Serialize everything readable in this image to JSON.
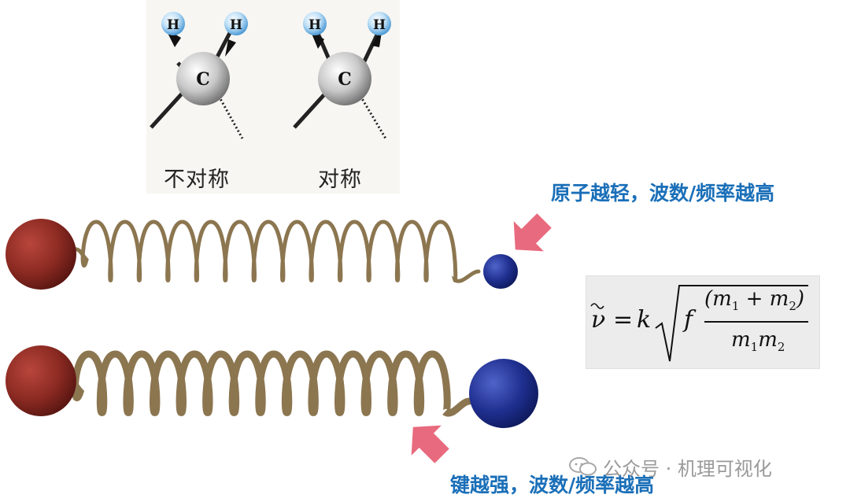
{
  "molecules": {
    "left_label": "不对称",
    "right_label": "对称",
    "atom_h": "H",
    "atom_c": "C"
  },
  "notes": {
    "top": "原子越轻，波数/频率越高",
    "bottom": "键越强，波数/频率越高"
  },
  "formula": {
    "lhs": "ν",
    "eq": "=",
    "k": "k",
    "f": "f",
    "numerator": "(m",
    "num_sub1": "1",
    "num_plus": " + m",
    "num_sub2": "2",
    "num_close": ")",
    "denominator_a": "m",
    "den_sub1": "1",
    "denominator_b": "m",
    "den_sub2": "2"
  },
  "watermark": {
    "text": "公众号 · 机理可视化"
  },
  "colors": {
    "heavy_atom": "#8b2a22",
    "light_atom": "#1f2f8f",
    "spring": "#8c7650",
    "arrow": "#e86a7e",
    "note_text": "#1a6fb8"
  }
}
